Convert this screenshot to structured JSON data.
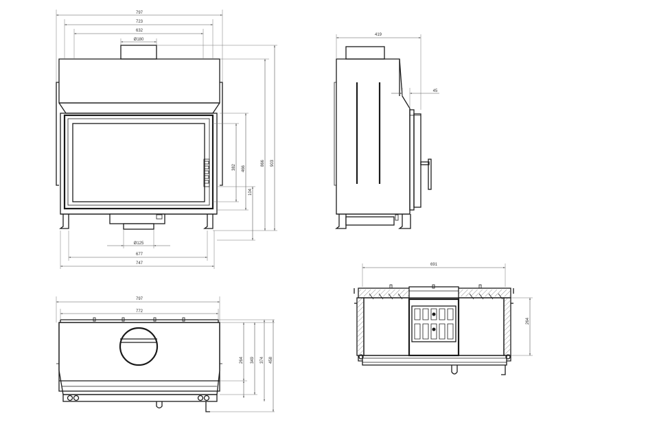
{
  "front_view": {
    "dimensions": {
      "overall_width": "797",
      "inner_width": "723",
      "outlet_spacing": "632",
      "top_flue_diameter": "Ø180",
      "height_total_a": "866",
      "height_total_b": "903",
      "glass_height": "466",
      "opening_height": "382",
      "lower_height": "104",
      "bottom_inlet_diameter": "Ø125",
      "base_width_a": "677",
      "base_width_b": "747"
    }
  },
  "side_view": {
    "dimensions": {
      "depth": "419",
      "offset": "45"
    }
  },
  "top_view": {
    "dimensions": {
      "overall_width": "797",
      "inner_width": "772",
      "depth_a": "264",
      "depth_b": "349",
      "depth_c": "374",
      "depth_d": "458"
    }
  },
  "section_view": {
    "dimensions": {
      "width": "691",
      "depth": "264"
    }
  }
}
